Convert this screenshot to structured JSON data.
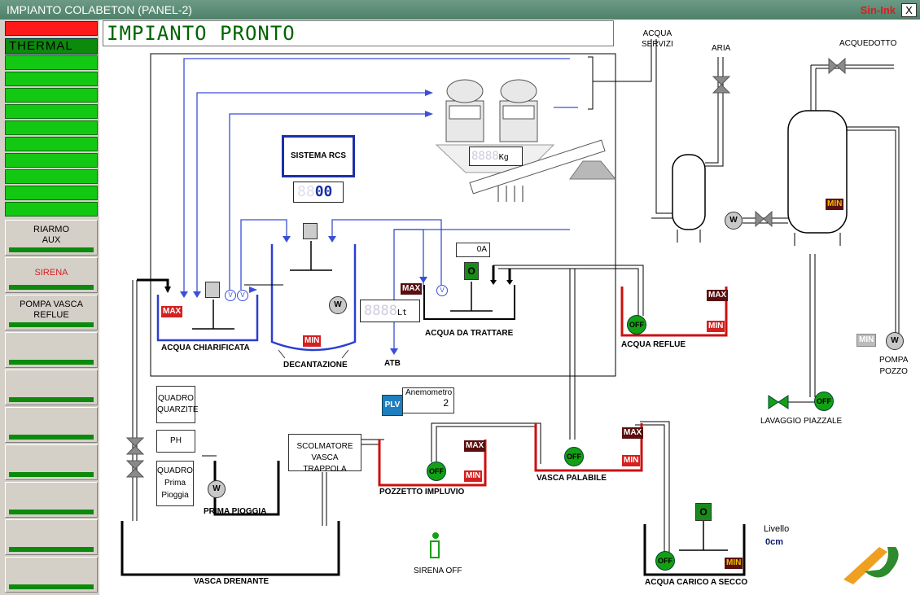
{
  "window": {
    "title": "IMPIANTO COLABETON (PANEL-2)",
    "brand": "Sin-Ink",
    "close": "X"
  },
  "status": {
    "text": "IMPIANTO PRONTO"
  },
  "left_panel": {
    "thermal": "THERMAL",
    "buttons": [
      {
        "label": "RIARMO\nAUX",
        "color": "#222222"
      },
      {
        "label": "SIRENA",
        "color": "#d42020"
      },
      {
        "label": "POMPA VASCA\nREFLUE",
        "color": "#222222"
      },
      {
        "label": ""
      },
      {
        "label": ""
      },
      {
        "label": ""
      },
      {
        "label": ""
      },
      {
        "label": ""
      },
      {
        "label": ""
      },
      {
        "label": ""
      }
    ]
  },
  "plant": {
    "sistema_rcs": "SISTEMA RCS",
    "rcs_display": "00",
    "rcs_ghost": "88",
    "scale_unit": "Kg",
    "scale_ghost": "8888",
    "amp_display": "0A",
    "litre_unit": "Lt",
    "litre_ghost": "8888",
    "acqua_chiarificata": "ACQUA CHIARIFICATA",
    "decantazione": "DECANTAZIONE",
    "atb": "ATB",
    "acqua_da_trattare": "ACQUA DA TRATTARE",
    "tag_max": "MAX",
    "tag_min": "MIN",
    "w": "W",
    "v": "V",
    "off": "OFF",
    "o": "O"
  },
  "right": {
    "acqua_servizi": "ACQUA\nSERVIZI",
    "aria": "ARIA",
    "acquedotto": "ACQUEDOTTO",
    "acqua_reflue": "ACQUA REFLUE",
    "pompa_pozzo": "POMPA\nPOZZO",
    "lavaggio": "LAVAGGIO PIAZZALE"
  },
  "lower": {
    "quadro_quarzite": "QUADRO\nQUARZITE",
    "ph": "PH",
    "quadro_prima": "QUADRO\nPrima\nPioggia",
    "prima_pioggia": "PRIMA PIOGGIA",
    "scolmatore": "SCOLMATORE\nVASCA TRAPPOLA",
    "vasca_drenante": "VASCA DRENANTE",
    "plv": "PLV",
    "anemometro": "Anemometro",
    "anemometro_val": "2",
    "pozzetto": "POZZETTO IMPLUVIO",
    "vasca_palabile": "VASCA PALABILE",
    "acqua_carico": "ACQUA CARICO A SECCO",
    "livello": "Livello",
    "livello_val": "0cm",
    "sirena_off": "SIRENA OFF",
    "logo": "betonsys"
  },
  "colors": {
    "led_green": "#12c812",
    "alarm_red": "#ff1a1a",
    "pipe_blue": "#3a4fd6",
    "brand_red": "#d81e1e"
  }
}
